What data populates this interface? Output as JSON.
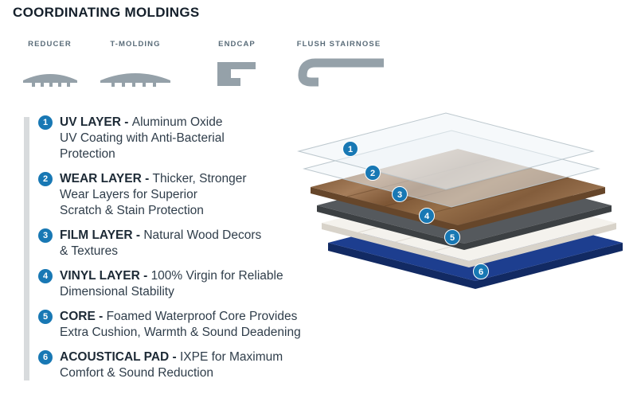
{
  "title": "COORDINATING MOLDINGS",
  "moldings": {
    "items": [
      {
        "label": "REDUCER"
      },
      {
        "label": "T-MOLDING"
      },
      {
        "label": "ENDCAP"
      },
      {
        "label": "FLUSH STAIRNOSE"
      }
    ]
  },
  "layers": {
    "items": [
      {
        "num": "1",
        "name": "UV LAYER - ",
        "desc": "Aluminum Oxide\nUV Coating with Anti-Bacterial\nProtection"
      },
      {
        "num": "2",
        "name": "WEAR LAYER - ",
        "desc": "Thicker, Stronger\nWear Layers for Superior\nScratch & Stain Protection"
      },
      {
        "num": "3",
        "name": "FILM LAYER - ",
        "desc": "Natural Wood Decors\n& Textures"
      },
      {
        "num": "4",
        "name": "VINYL LAYER - ",
        "desc": "100% Virgin for Reliable\nDimensional Stability"
      },
      {
        "num": "5",
        "name": "CORE - ",
        "desc": "Foamed Waterproof Core Provides\nExtra Cushion, Warmth & Sound Deadening"
      },
      {
        "num": "6",
        "name": "ACOUSTICAL PAD - ",
        "desc": "IXPE for Maximum\nComfort & Sound Reduction"
      }
    ]
  },
  "diagram": {
    "badges": [
      "1",
      "2",
      "3",
      "4",
      "5",
      "6"
    ],
    "colors": {
      "badge": "#1878b4",
      "molding_gray": "#95a1a9",
      "clear_fill": "#eef4f7",
      "clear_stroke": "#b6c2c9",
      "wood_side": "#66462a",
      "wood_plank": "#5e3f24",
      "gray_top": "#55595d",
      "gray_side": "#3c4043",
      "white_top": "#f4f2ed",
      "white_side": "#d8d3ca",
      "white_plank": "#ddd8cf",
      "blue_top": "#1d3e8f",
      "blue_side": "#122a63"
    }
  }
}
